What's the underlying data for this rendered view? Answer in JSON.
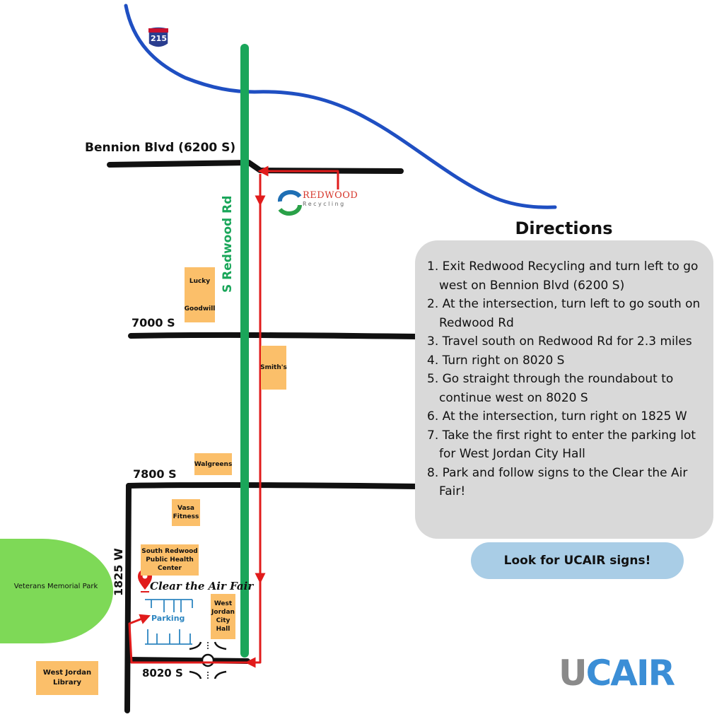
{
  "colors": {
    "redwood_rd": "#1aa65a",
    "street": "#111111",
    "route": "#e11b1b",
    "interstate": "#1f4fc2",
    "park": "#7ed957",
    "place_box": "#fbbf6a",
    "panel": "#d9d9d9",
    "sign_pill": "#a9cde6",
    "logo_gray": "#8a8a8a",
    "logo_blue": "#3b8ed6"
  },
  "map": {
    "interstate_label": "215",
    "streets": {
      "bennion": "Bennion Blvd (6200 S)",
      "redwood": "S Redwood Rd",
      "s7000": "7000 S",
      "s7800": "7800 S",
      "w1825": "1825 W",
      "s8020": "8020 S"
    },
    "redwood_logo": {
      "name": "REDWOOD",
      "sub": "Recycling"
    },
    "places": {
      "lucky": "Lucky",
      "goodwill": "Goodwill",
      "smiths": "Smith's",
      "walgreens": "Walgreens",
      "vasa": [
        "Vasa",
        "Fitness"
      ],
      "health_center": [
        "South Redwood",
        "Public Health",
        "Center"
      ],
      "city_hall": [
        "West",
        "Jordan",
        "City",
        "Hall"
      ],
      "library": [
        "West Jordan",
        "Library"
      ],
      "park": "Veterans Memorial Park"
    },
    "destination": "Clear the Air Fair",
    "parking": "Parking"
  },
  "directions": {
    "title": "Directions",
    "steps": [
      "1. Exit Redwood Recycling and turn left to go west on Bennion Blvd (6200 S)",
      "2. At the intersection, turn left to go south on Redwood Rd",
      "3. Travel south on Redwood Rd for 2.3 miles",
      "4. Turn right on 8020 S",
      "5. Go straight through the roundabout to continue west on 8020 S",
      "6. At the intersection, turn right on 1825 W",
      "7. Take the first right to enter the parking lot for West Jordan City Hall",
      "8. Park and follow signs to the Clear the Air Fair!"
    ]
  },
  "sign_note": "Look for UCAIR signs!",
  "logo": {
    "part1": "U",
    "part2": "CAIR"
  }
}
